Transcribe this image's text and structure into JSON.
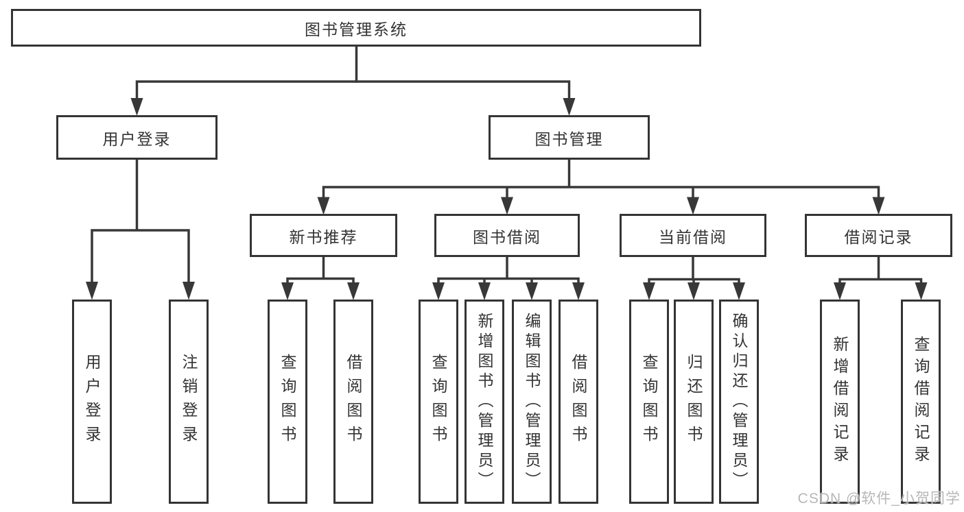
{
  "title": "图书管理系统",
  "colors": {
    "background": "#ffffff",
    "box_border": "#343434",
    "connector_line": "#383838",
    "text": "#333333",
    "watermark_text": "#b7b7b7"
  },
  "tree": {
    "label": "图书管理系统",
    "children": [
      {
        "label": "用户登录",
        "children": [
          {
            "label": "用户登录"
          },
          {
            "label": "注销登录"
          }
        ]
      },
      {
        "label": "图书管理",
        "children": [
          {
            "label": "新书推荐",
            "children": [
              {
                "label": "查询图书"
              },
              {
                "label": "借阅图书"
              }
            ]
          },
          {
            "label": "图书借阅",
            "children": [
              {
                "label": "查询图书"
              },
              {
                "label": "新增图书（管理员）"
              },
              {
                "label": "编辑图书（管理员）"
              },
              {
                "label": "借阅图书"
              }
            ]
          },
          {
            "label": "当前借阅",
            "children": [
              {
                "label": "查询图书"
              },
              {
                "label": "归还图书"
              },
              {
                "label": "确认归还（管理员）"
              }
            ]
          },
          {
            "label": "借阅记录",
            "children": [
              {
                "label": "新增借阅记录"
              },
              {
                "label": "查询借阅记录"
              }
            ]
          }
        ]
      }
    ]
  },
  "watermark": {
    "text": "CSDN @软件_小贺同学"
  }
}
